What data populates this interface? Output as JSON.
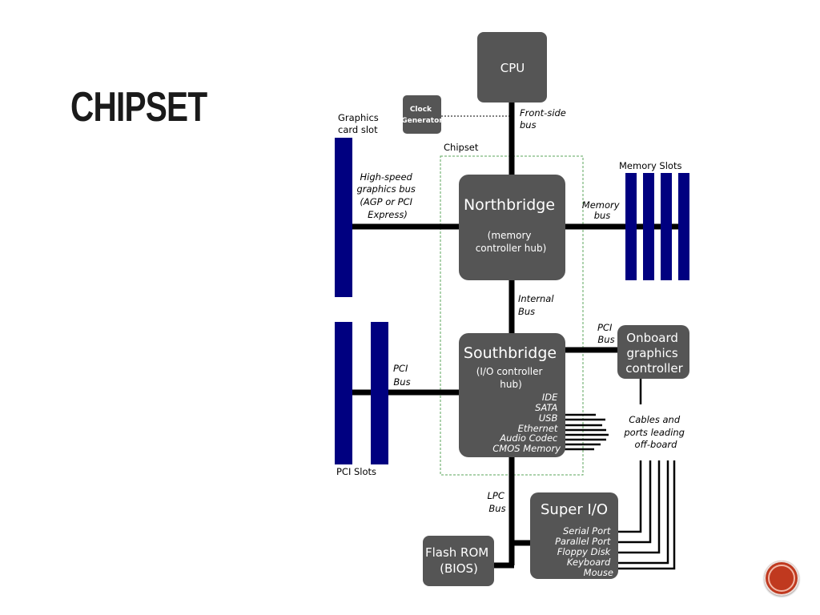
{
  "slide": {
    "title": "CHIPSET"
  },
  "diagram": {
    "cpu": "CPU",
    "clock_generator": [
      "Clock",
      "Generator"
    ],
    "front_side_bus": [
      "Front-side",
      "bus"
    ],
    "graphics_card_slot": [
      "Graphics",
      "card slot"
    ],
    "chipset_label": "Chipset",
    "memory_slots": "Memory Slots",
    "graphics_bus": [
      "High-speed",
      "graphics bus",
      "(AGP or PCI",
      "Express)"
    ],
    "northbridge": {
      "title": "Northbridge",
      "subtitle": [
        "(memory",
        "controller hub)"
      ]
    },
    "memory_bus": [
      "Memory",
      "bus"
    ],
    "internal_bus": [
      "Internal",
      "Bus"
    ],
    "pci_bus_right": [
      "PCI",
      "Bus"
    ],
    "onboard_graphics": [
      "Onboard",
      "graphics",
      "controller"
    ],
    "pci_bus_left": [
      "PCI",
      "Bus"
    ],
    "southbridge": {
      "title": "Southbridge",
      "subtitle": [
        "(I/O controller",
        "hub)"
      ],
      "ports": [
        "IDE",
        "SATA",
        "USB",
        "Ethernet",
        "Audio Codec",
        "CMOS Memory"
      ]
    },
    "cables": [
      "Cables and",
      "ports leading",
      "off-board"
    ],
    "pci_slots": "PCI Slots",
    "lpc_bus": [
      "LPC",
      "Bus"
    ],
    "super_io": {
      "title": "Super I/O",
      "ports": [
        "Serial Port",
        "Parallel Port",
        "Floppy Disk",
        "Keyboard",
        "Mouse"
      ]
    },
    "flash_rom": [
      "Flash ROM",
      "(BIOS)"
    ]
  },
  "colors": {
    "box": "#555555",
    "slot": "#000080",
    "bus": "#000000",
    "chipset_border": "#5ba65b",
    "nav_button": "#c0391f"
  },
  "nav": {
    "icon": "next-slide-icon"
  }
}
